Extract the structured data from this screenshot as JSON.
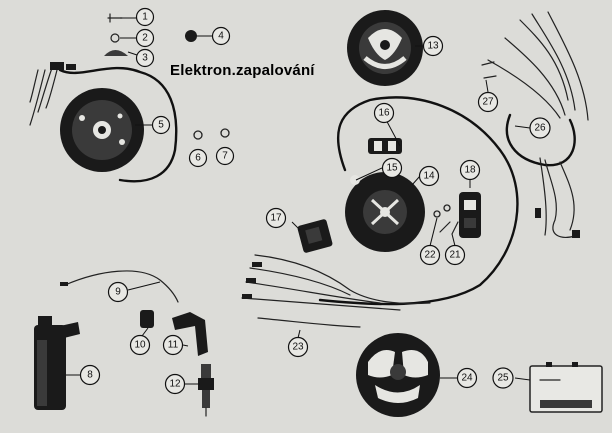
{
  "title": "Elektron.zapalování",
  "labels": [
    "1",
    "2",
    "3",
    "4",
    "5",
    "6",
    "7",
    "8",
    "9",
    "10",
    "11",
    "12",
    "13",
    "14",
    "15",
    "16",
    "17",
    "18",
    "21",
    "22",
    "23",
    "24",
    "25",
    "26",
    "27"
  ]
}
